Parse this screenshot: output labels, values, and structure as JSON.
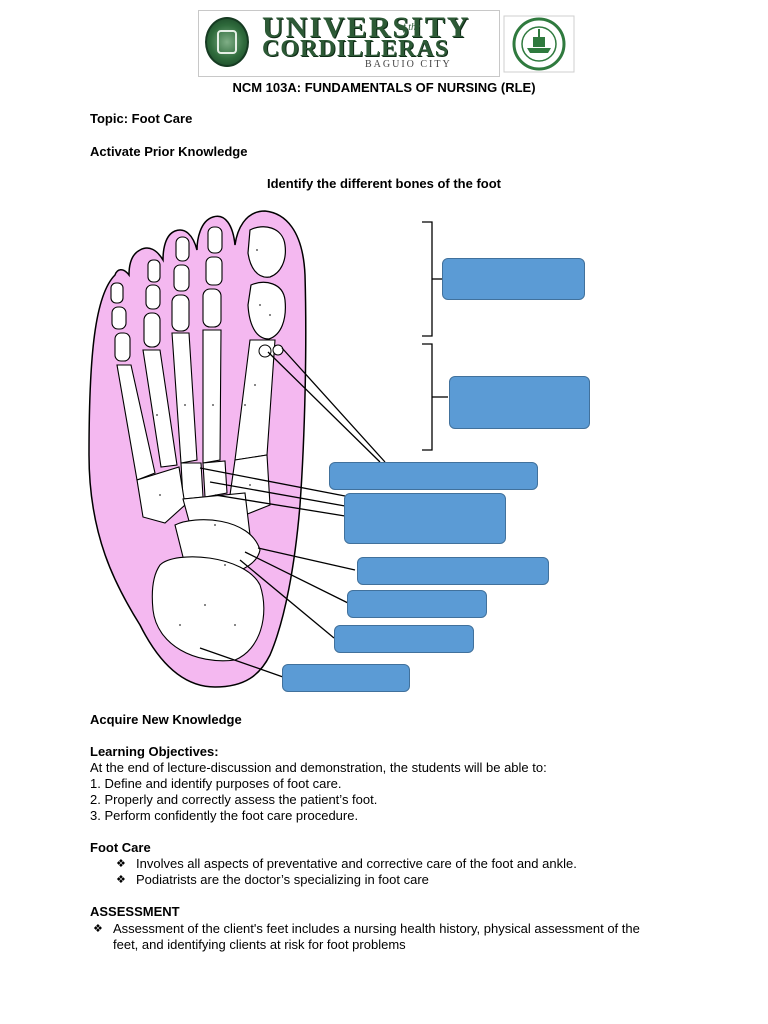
{
  "header": {
    "logo_university": "UNIVERSITY",
    "logo_of_the": "of the",
    "logo_cordilleras": "CORDILLERAS",
    "logo_city": "BAGUIO CITY",
    "course_title": "NCM 103A: FUNDAMENTALS OF NURSING (RLE)"
  },
  "topic": "Topic: Foot Care",
  "activate_heading": "Activate Prior Knowledge",
  "diagram": {
    "title": "Identify the different bones of the foot",
    "skin_color": "#f4b8f0",
    "label_color": "#5b9bd5"
  },
  "acquire_heading": "Acquire New Knowledge",
  "objectives": {
    "heading": "Learning Objectives:",
    "intro": "At the end of lecture-discussion and demonstration, the students will be able to:",
    "items": [
      "1. Define and identify purposes of foot care.",
      "2. Properly and correctly assess the patient’s foot.",
      "3. Perform confidently the foot care procedure."
    ]
  },
  "foot_care": {
    "heading": "Foot Care",
    "bullets": [
      "Involves all aspects of preventative and corrective care of the foot and ankle.",
      "Podiatrists are the doctor’s specializing in foot care"
    ]
  },
  "assessment": {
    "heading": "ASSESSMENT",
    "bullet_line1": "Assessment of the client's feet includes a nursing health history, physical assessment of the",
    "bullet_line2": "feet, and identifying clients at risk for foot problems"
  }
}
